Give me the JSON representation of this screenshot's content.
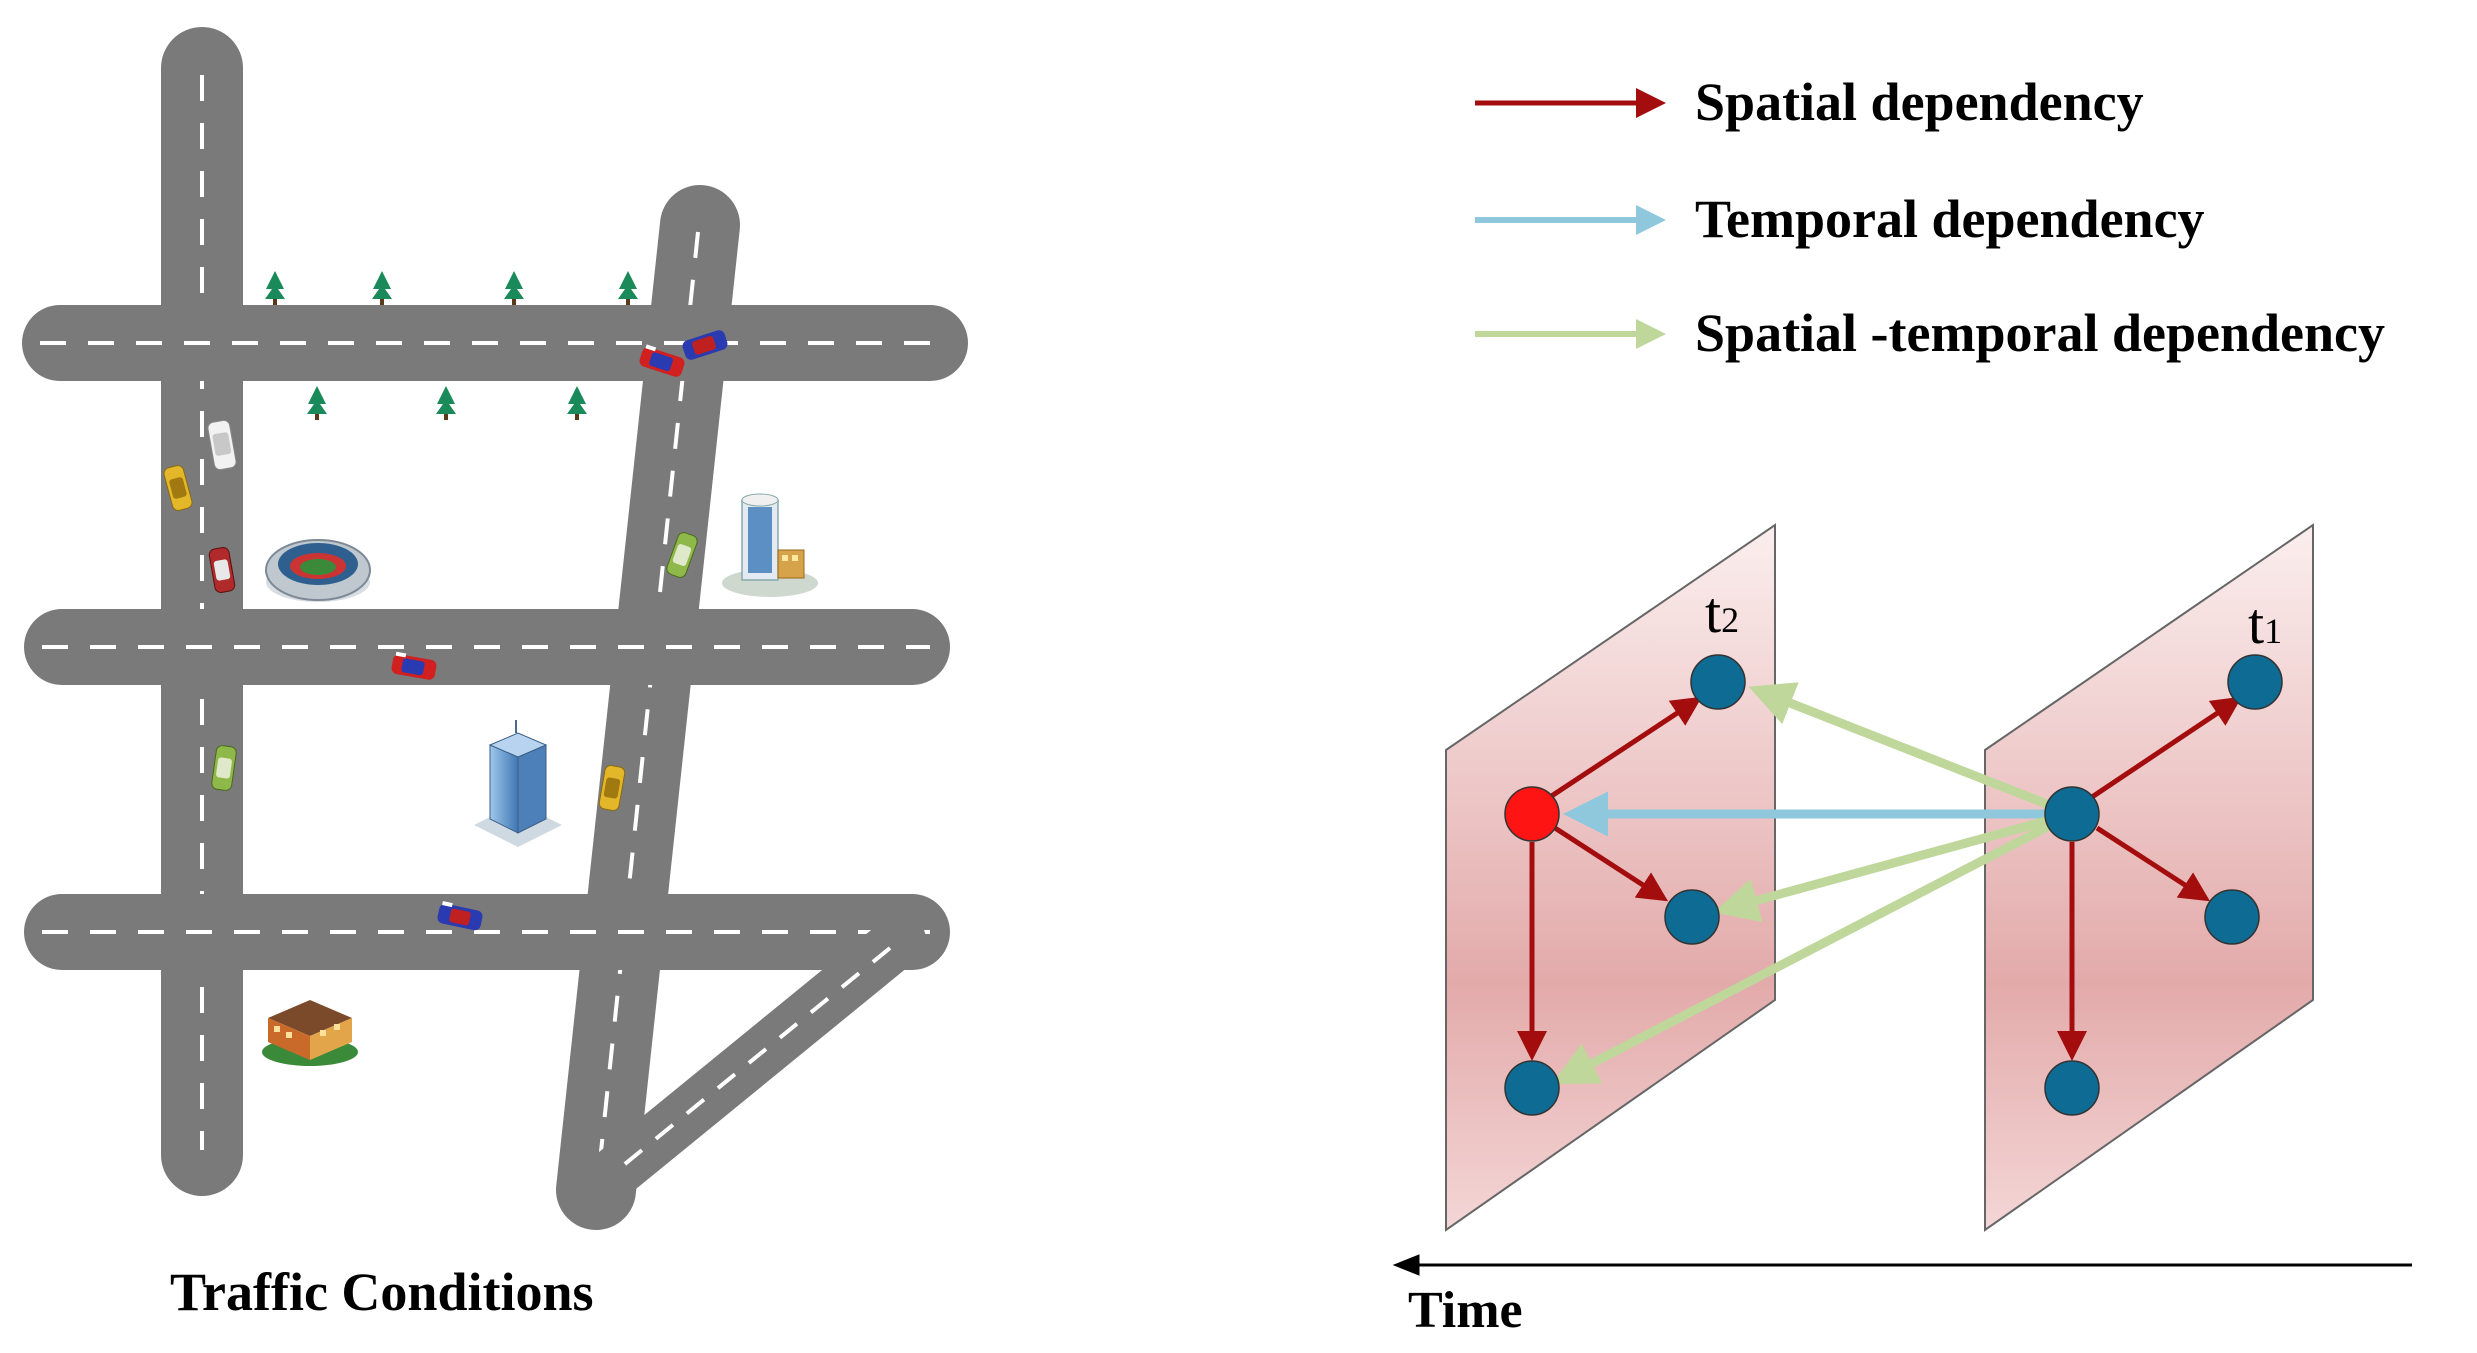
{
  "map": {
    "caption": "Traffic Conditions"
  },
  "legend": {
    "items": [
      {
        "label": "Spatial dependency",
        "color": "#a30d0d"
      },
      {
        "label": "Temporal dependency",
        "color": "#8fc8dc"
      },
      {
        "label": "Spatial -temporal dependency",
        "color": "#bfd79a"
      }
    ]
  },
  "graph": {
    "planes": [
      {
        "label": "t",
        "sub": "2"
      },
      {
        "label": "t",
        "sub": "1"
      }
    ],
    "time_axis_label": "Time",
    "colors": {
      "node": "#0e6b93",
      "focus_node": "#ff1414",
      "plane_top": "#fbeeee",
      "plane_bottom": "#e2a8a8"
    }
  },
  "icons": [
    "tree-icon",
    "stadium-icon",
    "office-building-icon",
    "glass-tower-icon",
    "school-building-icon",
    "car-icon"
  ]
}
